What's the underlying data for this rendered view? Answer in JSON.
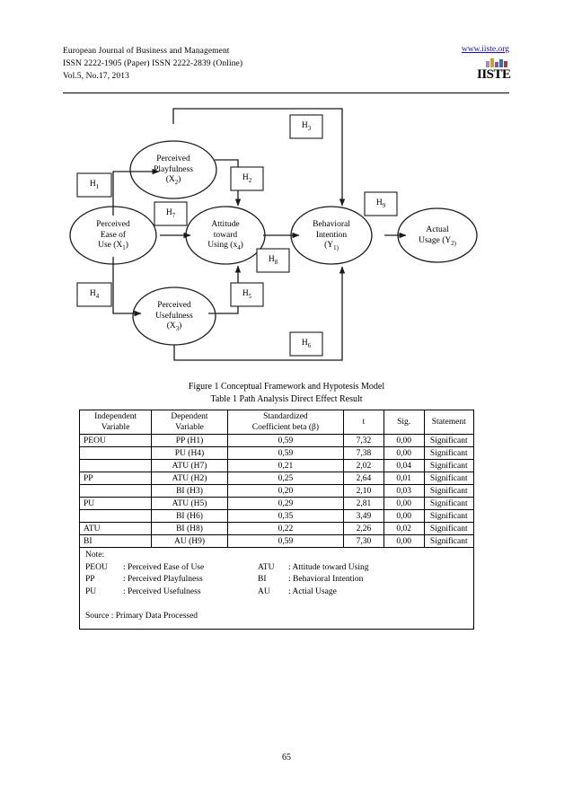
{
  "header": {
    "line1": "European Journal of Business and Management",
    "line2": "ISSN 2222-1905 (Paper) ISSN 2222-2839 (Online)",
    "line3": "Vol.5, No.17, 2013",
    "url": "www.iiste.org",
    "logo_text": "IISTE",
    "logo_bar_colors": [
      "#9a8ec0",
      "#c9a227",
      "#7e57a8",
      "#2f6fb5",
      "#b03a2e"
    ],
    "link_color": "#1a0dab"
  },
  "diagram": {
    "name": "conceptual-framework-model",
    "nodes": [
      {
        "id": "pp",
        "lines": [
          "Perceived",
          "Playfulness",
          "(X<sub>2</sub>)"
        ]
      },
      {
        "id": "peou",
        "lines": [
          "Perceived",
          "Ease of",
          "Use (X<sub>1</sub>)"
        ]
      },
      {
        "id": "atu",
        "lines": [
          "Attitude",
          "toward",
          "Using (x<sub>4</sub>)"
        ]
      },
      {
        "id": "bi",
        "lines": [
          "Behavioral",
          "Intention",
          "(Y<sub>1)</sub>"
        ]
      },
      {
        "id": "au",
        "lines": [
          "Actual",
          "Usage (Y<sub>2)</sub>"
        ]
      },
      {
        "id": "pu",
        "lines": [
          "Perceived",
          "Usefulness",
          "(X<sub>3</sub>)"
        ]
      }
    ],
    "hypothesis_boxes": [
      {
        "id": "h1",
        "label": "H<sub>1</sub>"
      },
      {
        "id": "h2",
        "label": "H<sub>2</sub>"
      },
      {
        "id": "h3",
        "label": "H<sub>3</sub>"
      },
      {
        "id": "h4",
        "label": "H<sub>4</sub>"
      },
      {
        "id": "h5",
        "label": "H<sub>5</sub>"
      },
      {
        "id": "h6",
        "label": "H<sub>6</sub>"
      },
      {
        "id": "h7",
        "label": "H<sub>7</sub>"
      },
      {
        "id": "h8",
        "label": "H<sub>8</sub>"
      },
      {
        "id": "h9",
        "label": "H<sub>9</sub>"
      }
    ]
  },
  "captions": {
    "figure": "Figure 1 Conceptual Framework and Hypotesis Model",
    "table": "Table 1 Path Analysis Direct Effect Result"
  },
  "chart_data": {
    "type": "table",
    "title": "Table 1 Path Analysis Direct Effect Result",
    "columns": [
      "Independent Variable",
      "Dependent Variable",
      "Standardized Coefficient beta (β)",
      "t",
      "Sig.",
      "Statement"
    ],
    "column_headers_wrapped": [
      [
        "Independent",
        "Variable"
      ],
      [
        "Dependent",
        "Variable"
      ],
      [
        "Standardized",
        "Coefficient beta (β)"
      ],
      [
        "t",
        ""
      ],
      [
        "Sig.",
        ""
      ],
      [
        "Statement",
        ""
      ]
    ],
    "rows": [
      {
        "independent": "PEOU",
        "dependent": "PP  (H1)",
        "beta": "0,59",
        "t": "7,32",
        "sig": "0,00",
        "statement": "Significant"
      },
      {
        "independent": "",
        "dependent": "PU (H4)",
        "beta": "0,59",
        "t": "7,38",
        "sig": "0,00",
        "statement": "Significant"
      },
      {
        "independent": "",
        "dependent": "ATU (H7)",
        "beta": "0,21",
        "t": "2,02",
        "sig": "0,04",
        "statement": "Significant"
      },
      {
        "independent": "PP",
        "dependent": "ATU (H2)",
        "beta": "0,25",
        "t": "2,64",
        "sig": "0,01",
        "statement": "Significant"
      },
      {
        "independent": "",
        "dependent": "BI (H3)",
        "beta": "0,20",
        "t": "2,10",
        "sig": "0,03",
        "statement": "Significant"
      },
      {
        "independent": "PU",
        "dependent": "ATU (H5)",
        "beta": "0,29",
        "t": "2,81",
        "sig": "0,00",
        "statement": "Significant"
      },
      {
        "independent": "",
        "dependent": "BI (H6)",
        "beta": "0,35",
        "t": "3,49",
        "sig": "0,00",
        "statement": "Significant"
      },
      {
        "independent": "ATU",
        "dependent": "BI (H8)",
        "beta": "0,22",
        "t": "2,26",
        "sig": "0,02",
        "statement": "Significant"
      },
      {
        "independent": "BI",
        "dependent": "AU (H9)",
        "beta": "0,59",
        "t": "7,30",
        "sig": "0,00",
        "statement": "Significant"
      }
    ]
  },
  "note": {
    "heading": "Note:",
    "entries": [
      {
        "k1": "PEOU",
        "v1": ": Perceived Ease of Use",
        "k2": "ATU",
        "v2": ": Attitude toward Using"
      },
      {
        "k1": "PP",
        "v1": ": Perceived Playfulness",
        "k2": "BI",
        "v2": ": Behavioral Intention"
      },
      {
        "k1": "PU",
        "v1": ": Perceived Usefulness",
        "k2": "AU",
        "v2": ": Actial Usage"
      }
    ],
    "source": "Source : Primary Data Processed"
  },
  "footer": {
    "page_number": "65"
  }
}
